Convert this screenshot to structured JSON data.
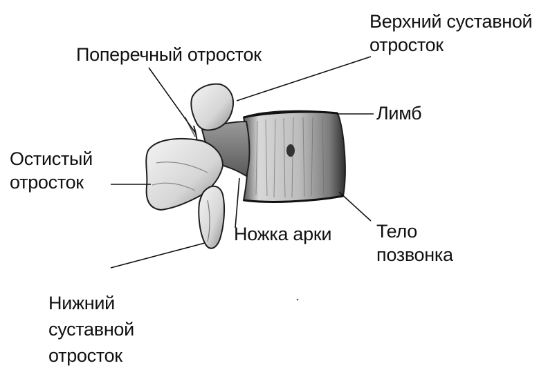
{
  "labels": {
    "transverse_process": "Поперечный отросток",
    "superior_articular": [
      "Верхний суставной",
      "отросток"
    ],
    "limbus": "Лимб",
    "spinous_process": [
      "Остистый",
      "отросток"
    ],
    "pedicle": "Ножка арки",
    "vertebral_body": [
      "Тело",
      "позвонка"
    ],
    "inferior_articular": [
      "Нижний",
      "суставной",
      "отросток"
    ]
  },
  "colors": {
    "text": "#111111",
    "line": "#111111",
    "bone_fill": "#f1f1f1",
    "bone_shade": "#8a8a8a",
    "bone_dark": "#3a3a3a"
  }
}
